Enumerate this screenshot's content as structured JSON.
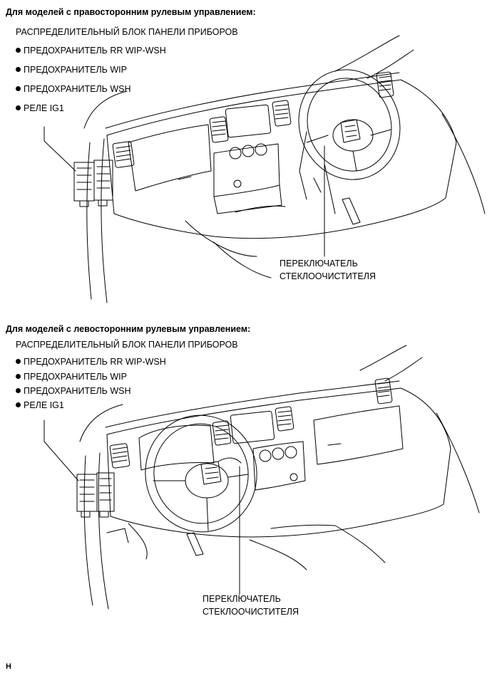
{
  "sections": [
    {
      "heading": "Для моделей с правосторонним рулевым управлением:",
      "block_label": "РАСПРЕДЕЛИТЕЛЬНЫЙ БЛОК ПАНЕЛИ ПРИБОРОВ",
      "items": [
        "ПРЕДОХРАНИТЕЛЬ RR WIP-WSH",
        "ПРЕДОХРАНИТЕЛЬ WIP",
        "ПРЕДОХРАНИТЕЛЬ WSH",
        "РЕЛЕ IG1"
      ],
      "switch_label": [
        "ПЕРЕКЛЮЧАТЕЛЬ",
        "СТЕКЛООЧИСТИТЕЛЯ"
      ]
    },
    {
      "heading": "Для моделей с левосторонним рулевым управлением:",
      "block_label": "РАСПРЕДЕЛИТЕЛЬНЫЙ БЛОК ПАНЕЛИ ПРИБОРОВ",
      "items": [
        "ПРЕДОХРАНИТЕЛЬ RR WIP-WSH",
        "ПРЕДОХРАНИТЕЛЬ WIP",
        "ПРЕДОХРАНИТЕЛЬ WSH",
        "РЕЛЕ IG1"
      ],
      "switch_label": [
        "ПЕРЕКЛЮЧАТЕЛЬ",
        "СТЕКЛООЧИСТИТЕЛЯ"
      ]
    }
  ],
  "footer_code": "H"
}
